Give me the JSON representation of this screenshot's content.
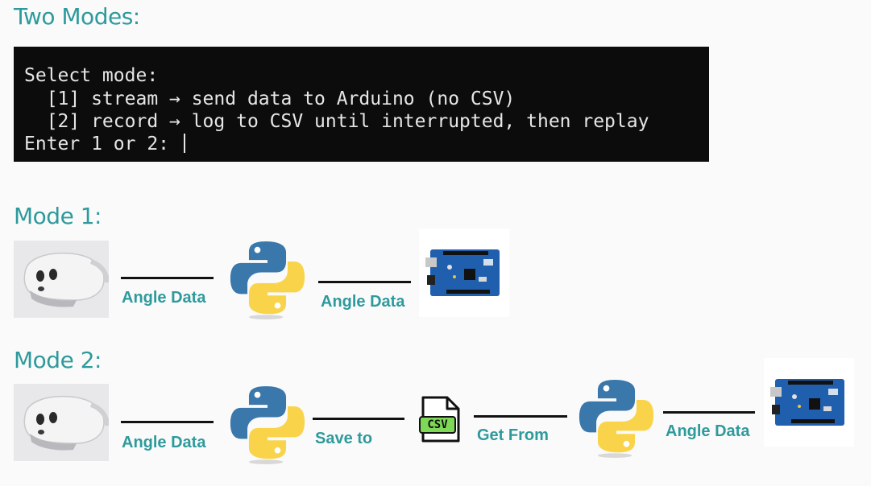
{
  "headings": {
    "two_modes": "Two Modes:",
    "mode1": "Mode 1:",
    "mode2": "Mode 2:"
  },
  "terminal": {
    "lines": [
      "Select mode:",
      "  [1] stream → send data to Arduino (no CSV)",
      "  [2] record → log to CSV until interrupted, then replay",
      "Enter 1 or 2: "
    ]
  },
  "mode1": {
    "labels": [
      "Angle Data",
      "Angle Data"
    ]
  },
  "mode2": {
    "labels": [
      "Angle Data",
      "Save to",
      "Get From",
      "Angle Data"
    ],
    "csv_icon_text": "CSV"
  },
  "colors": {
    "accent": "#2e9a9c",
    "terminal_bg": "#0c0c0c",
    "python_blue": "#3a77ab",
    "python_yellow": "#f9d44a",
    "arduino_blue": "#1f5fae"
  },
  "icons": {
    "headset": "vr-headset-icon",
    "python": "python-logo-icon",
    "arduino": "arduino-uno-board-icon",
    "csv": "csv-file-icon"
  }
}
